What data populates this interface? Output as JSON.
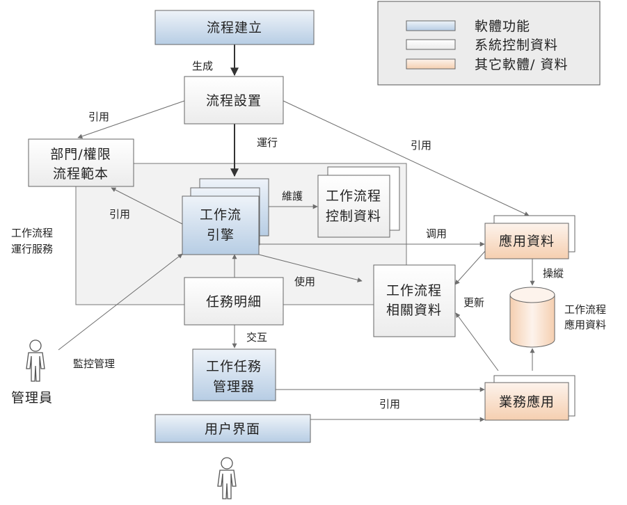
{
  "legend": {
    "items": [
      {
        "label": "軟體功能",
        "color": "#b7cde4"
      },
      {
        "label": "系統控制資料",
        "color": "#f2f2f2"
      },
      {
        "label": "其它軟體/ 資料",
        "color": "#f5cfb0"
      }
    ]
  },
  "nodes": {
    "process_create": "流程建立",
    "process_setup": "流程設置",
    "dept_template": [
      "部門/權限",
      "流程範本"
    ],
    "engine": [
      "工作流",
      "引擎"
    ],
    "control_data": [
      "工作流程",
      "控制資料"
    ],
    "app_data": "應用資料",
    "task_detail": "任務明細",
    "related_data": [
      "工作流程",
      "相關資料"
    ],
    "db": [
      "工作流程",
      "應用資料"
    ],
    "task_manager": [
      "工作任務",
      "管理器"
    ],
    "business_app": "業務應用",
    "user_interface": "用户界面",
    "admin": "管理員",
    "service_area": [
      "工作流程",
      "運行服務"
    ]
  },
  "edges": {
    "generate": "生成",
    "cite1": "引用",
    "run": "運行",
    "cite2": "引用",
    "cite3": "引用",
    "maintain": "維護",
    "invoke": "调用",
    "use": "使用",
    "operate": "操縱",
    "update": "更新",
    "interact": "交互",
    "monitor": "監控管理",
    "cite4": "引用"
  },
  "colors": {
    "blue_top": "#eef3f9",
    "blue_bottom": "#b7cde4",
    "orange_top": "#fdf3ec",
    "orange_bottom": "#f5cfb0",
    "line": "#6e6e6e",
    "arrow_dark": "#333333"
  }
}
